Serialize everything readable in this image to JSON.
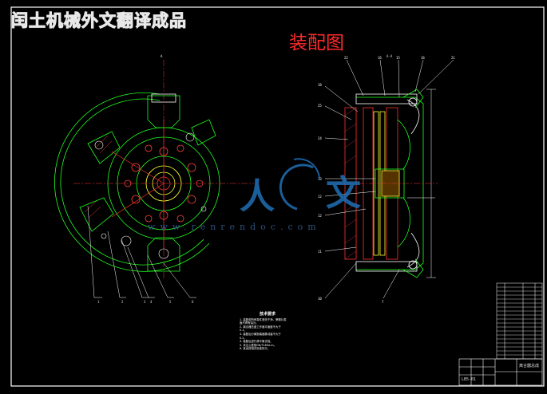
{
  "watermark_top": "闰土机械外文翻译成品",
  "drawing_title": "装配图",
  "technical_requirements": {
    "heading": "技术要求",
    "lines": [
      "1. 装配前所有零件清洗干净，摩擦片表面不得有油污。",
      "2. 离合器压盘工作面平面度不大于0.1。",
      "3. 装配后分离指端面跳动量不大于0.2。",
      "4. 装配后进行静平衡试验。",
      "5. 未注公差按GB/T1804-m。",
      "6. 其余按相关标准执行。"
    ]
  },
  "watermark": {
    "brand_a": "人",
    "brand_b": "文",
    "url": "www.renrendoc.com"
  },
  "section_label": "A-A",
  "part_numbers_left": [
    "1",
    "2",
    "3",
    "4",
    "5",
    "6"
  ],
  "title_block": {
    "drawing_name": "离合器总成",
    "drawing_no": "LB5-01"
  }
}
